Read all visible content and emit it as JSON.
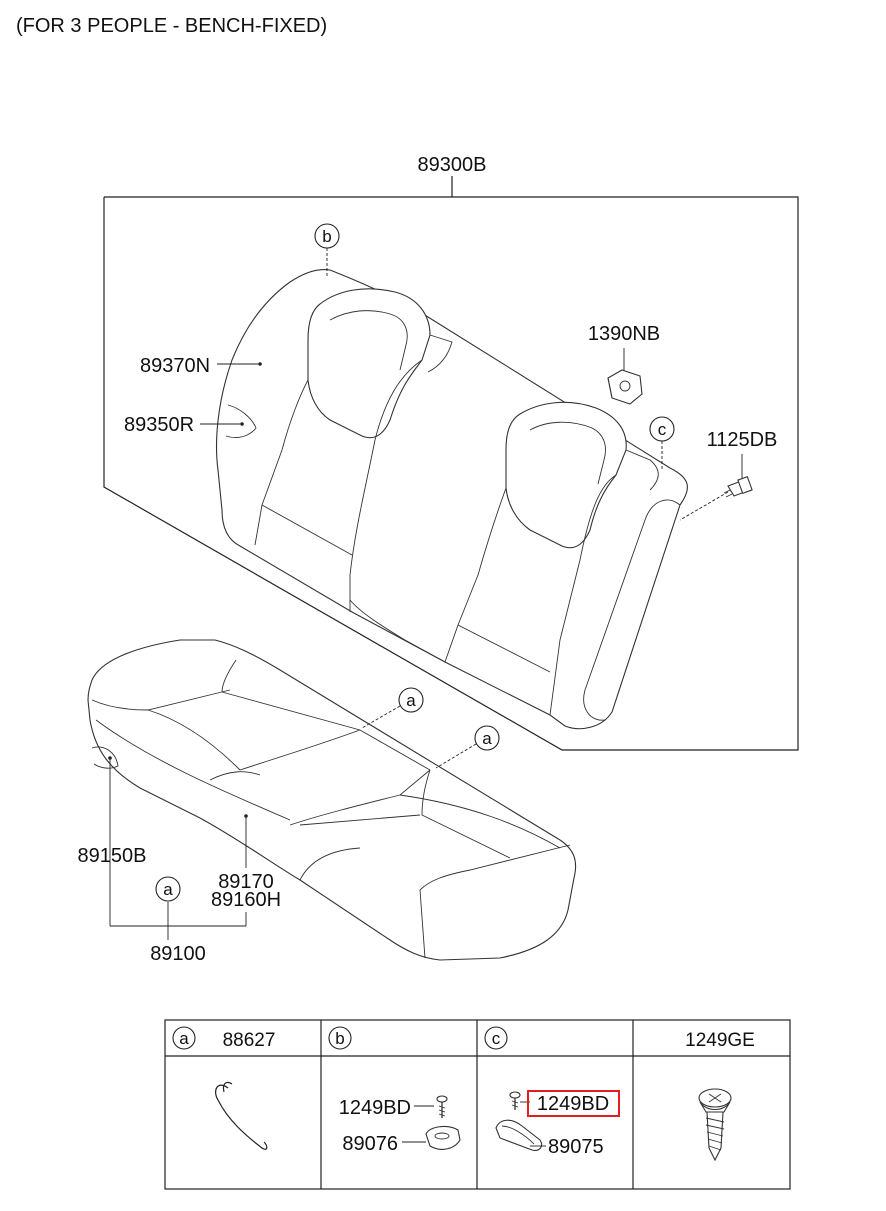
{
  "title": "(FOR 3 PEOPLE - BENCH-FIXED)",
  "parts": {
    "back_assy": "89300B",
    "back_cover": "89370N",
    "back_pad_patch": "89350R",
    "bracket": "1390NB",
    "bolt": "1125DB",
    "cushion_patch": "89150B",
    "cushion_cover": "89170",
    "cushion_pad": "89160H",
    "cushion_assy": "89100"
  },
  "refs": {
    "a": "a",
    "b": "b",
    "c": "c"
  },
  "table": {
    "col_a": {
      "ref": "a",
      "part": "88627"
    },
    "col_b": {
      "ref": "b",
      "screw": "1249BD",
      "part": "89076"
    },
    "col_c": {
      "ref": "c",
      "screw": "1249BD",
      "part": "89075"
    },
    "col_d": {
      "part": "1249GE"
    }
  },
  "highlight_color": "#e02020"
}
